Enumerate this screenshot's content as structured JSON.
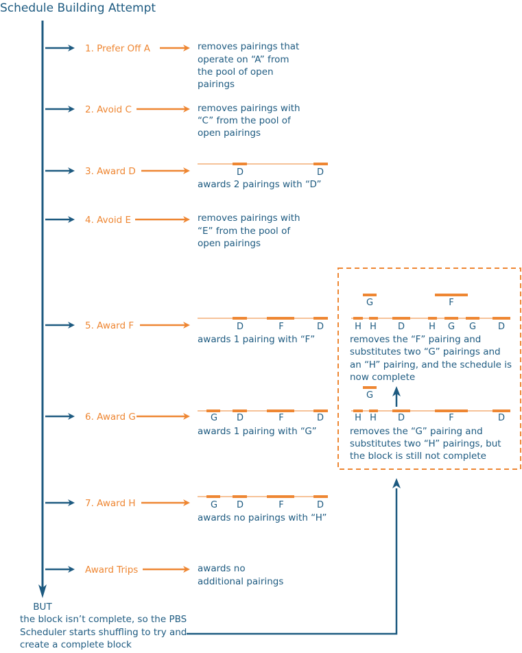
{
  "title": "Schedule Building Attempt",
  "colors": {
    "navy": "#1d5a80",
    "orange": "#ee8632"
  },
  "steps": [
    {
      "label": "1. Prefer Off A",
      "desc": [
        "removes pairings that",
        "operate on “A” from",
        "the pool of open",
        "pairings"
      ]
    },
    {
      "label": "2. Avoid C",
      "desc": [
        "removes pairings with",
        "“C” from the pool of",
        "open pairings"
      ]
    },
    {
      "label": "3. Award D",
      "desc": [
        "awards 2 pairings with “D”"
      ],
      "timeline": [
        "D",
        "D"
      ]
    },
    {
      "label": "4. Avoid E",
      "desc": [
        "removes pairings with",
        "“E” from the pool of",
        "open pairings"
      ]
    },
    {
      "label": "5. Award F",
      "desc": [
        "awards 1 pairing with “F”"
      ],
      "timeline": [
        "D",
        "F",
        "D"
      ]
    },
    {
      "label": "6. Award G",
      "desc": [
        "awards 1 pairing with “G”"
      ],
      "timeline": [
        "G",
        "D",
        "F",
        "D"
      ]
    },
    {
      "label": "7. Award H",
      "desc": [
        "awards no pairings with “H”"
      ],
      "timeline": [
        "G",
        "D",
        "F",
        "D"
      ]
    },
    {
      "label": "Award Trips",
      "desc": [
        "awards no",
        "additional pairings"
      ]
    }
  ],
  "but": [
    "BUT",
    "the block isn’t complete, so the PBS",
    "Scheduler starts shuffling to try and",
    "create a complete block"
  ],
  "shuffle_upper": {
    "removed": [
      "G",
      "F"
    ],
    "timeline": [
      "H",
      "H",
      "D",
      "H",
      "G",
      "G",
      "D"
    ],
    "desc": [
      "removes the “F” pairing and",
      "substitutes two “G” pairings and",
      "an “H” pairing, and the schedule is",
      "now complete"
    ]
  },
  "shuffle_lower": {
    "removed": [
      "G"
    ],
    "timeline": [
      "H",
      "H",
      "D",
      "F",
      "D"
    ],
    "desc": [
      "removes the “G” pairing and",
      "substitutes two “H” pairings, but",
      "the block is still not complete"
    ]
  }
}
